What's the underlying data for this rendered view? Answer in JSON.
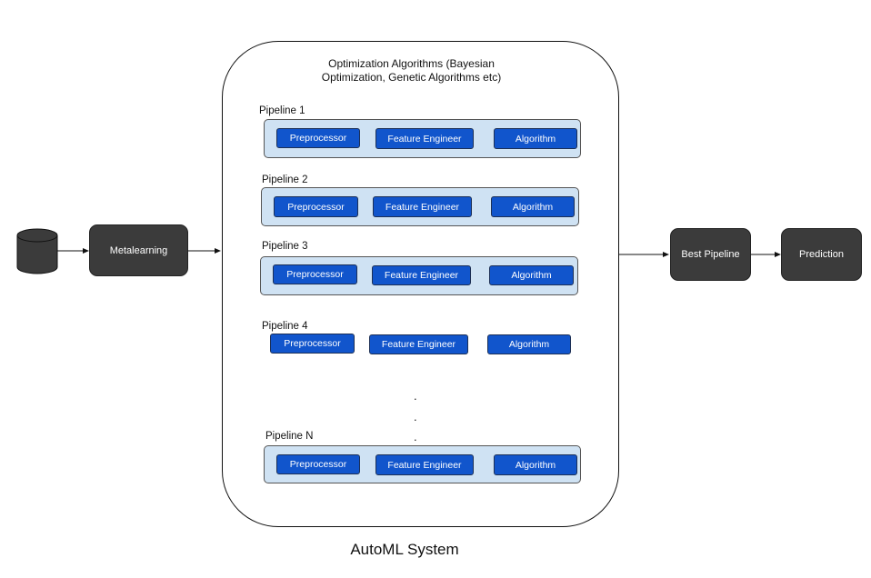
{
  "diagram": {
    "system_title": "Optimization Algorithms (Bayesian Optimization, Genetic Algorithms etc)",
    "metalearning_label": "Metalearning",
    "best_pipeline_label": "Best Pipeline",
    "prediction_label": "Prediction",
    "caption": "AutoML System",
    "ellipsis": ".",
    "pipelines": [
      {
        "label": "Pipeline 1",
        "steps": [
          "Preprocessor",
          "Feature Engineer",
          "Algorithm"
        ]
      },
      {
        "label": "Pipeline 2",
        "steps": [
          "Preprocessor",
          "Feature Engineer",
          "Algorithm"
        ]
      },
      {
        "label": "Pipeline 3",
        "steps": [
          "Preprocessor",
          "Feature Engineer",
          "Algorithm"
        ]
      },
      {
        "label": "Pipeline 4",
        "steps": [
          "Preprocessor",
          "Feature Engineer",
          "Algorithm"
        ]
      },
      {
        "label": "Pipeline N",
        "steps": [
          "Preprocessor",
          "Feature Engineer",
          "Algorithm"
        ]
      }
    ]
  }
}
